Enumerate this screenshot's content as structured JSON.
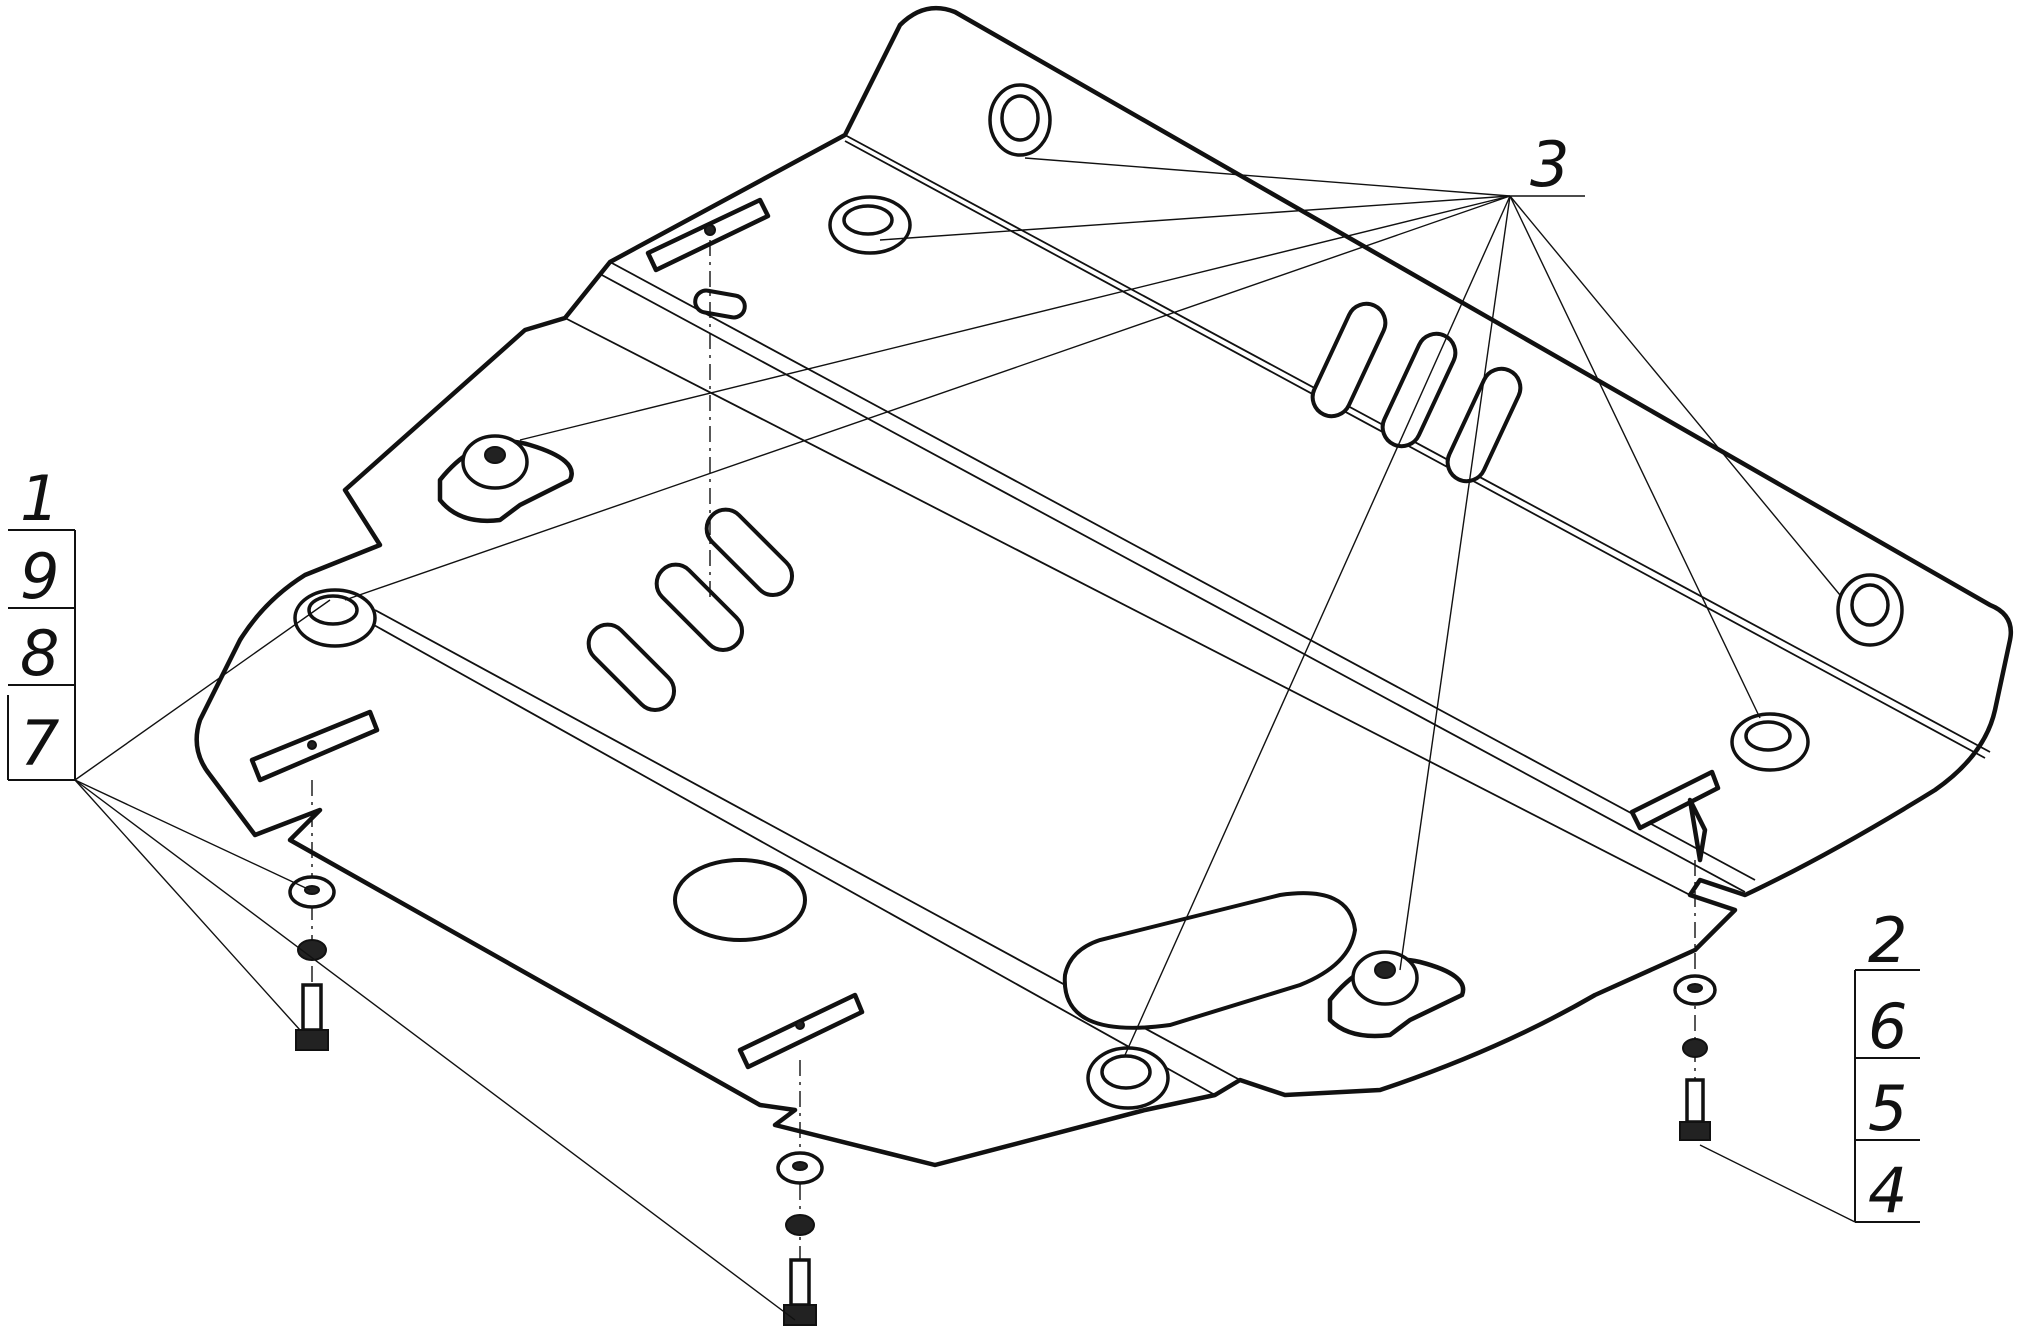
{
  "labels": {
    "left_stack": [
      "1",
      "9",
      "8",
      "7"
    ],
    "right_stack": [
      "2",
      "6",
      "5",
      "4"
    ],
    "top_callout": "3"
  }
}
